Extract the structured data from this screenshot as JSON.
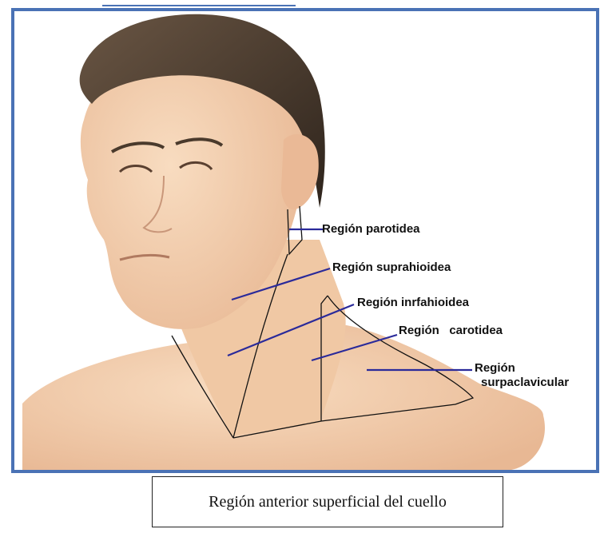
{
  "colors": {
    "frame": "#4a72b5",
    "pointer": "#2a2a9a",
    "skin": "#f2cfae",
    "hair": "#4a3a2c"
  },
  "labels": {
    "parotidea": "Región parotidea",
    "suprahioidea": "Región suprahioidea",
    "infrahioidea": "Región inrfahioidea",
    "carotidea": "Región   carotidea",
    "supraclavicular_line1": "Región",
    "supraclavicular_line2": "surpaclavicular"
  },
  "caption": "Región anterior superficial del cuello"
}
